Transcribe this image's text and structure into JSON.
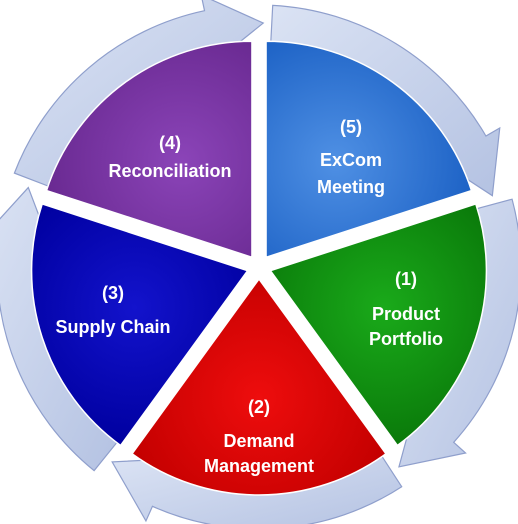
{
  "diagram": {
    "segments": [
      {
        "id": "excom",
        "number": "(5)",
        "line1": "ExCom",
        "line2": "Meeting",
        "color": "#4f90e4",
        "dark": "#1e63c6",
        "light": "#bcd7f8"
      },
      {
        "id": "product",
        "number": "(1)",
        "line1": "Product",
        "line2": "Portfolio",
        "color": "#1aaa1a",
        "dark": "#0a7a0a",
        "light": "#c8f0c0"
      },
      {
        "id": "demand",
        "number": "(2)",
        "line1": "Demand",
        "line2": "Management",
        "color": "#ee0d0d",
        "dark": "#c40000",
        "light": "#ff6a6a"
      },
      {
        "id": "supply",
        "number": "(3)",
        "line1": "Supply Chain",
        "line2": "",
        "color": "#1313cc",
        "dark": "#0000a0",
        "light": "#b0b8ee"
      },
      {
        "id": "reconciliation",
        "number": "(4)",
        "line1": "Reconciliation",
        "line2": "",
        "color": "#8b44b8",
        "dark": "#6a2a92",
        "light": "#e6cdf2"
      }
    ],
    "ring_color": "#b4c2e2",
    "ring_edge": "#8f9fcc"
  }
}
